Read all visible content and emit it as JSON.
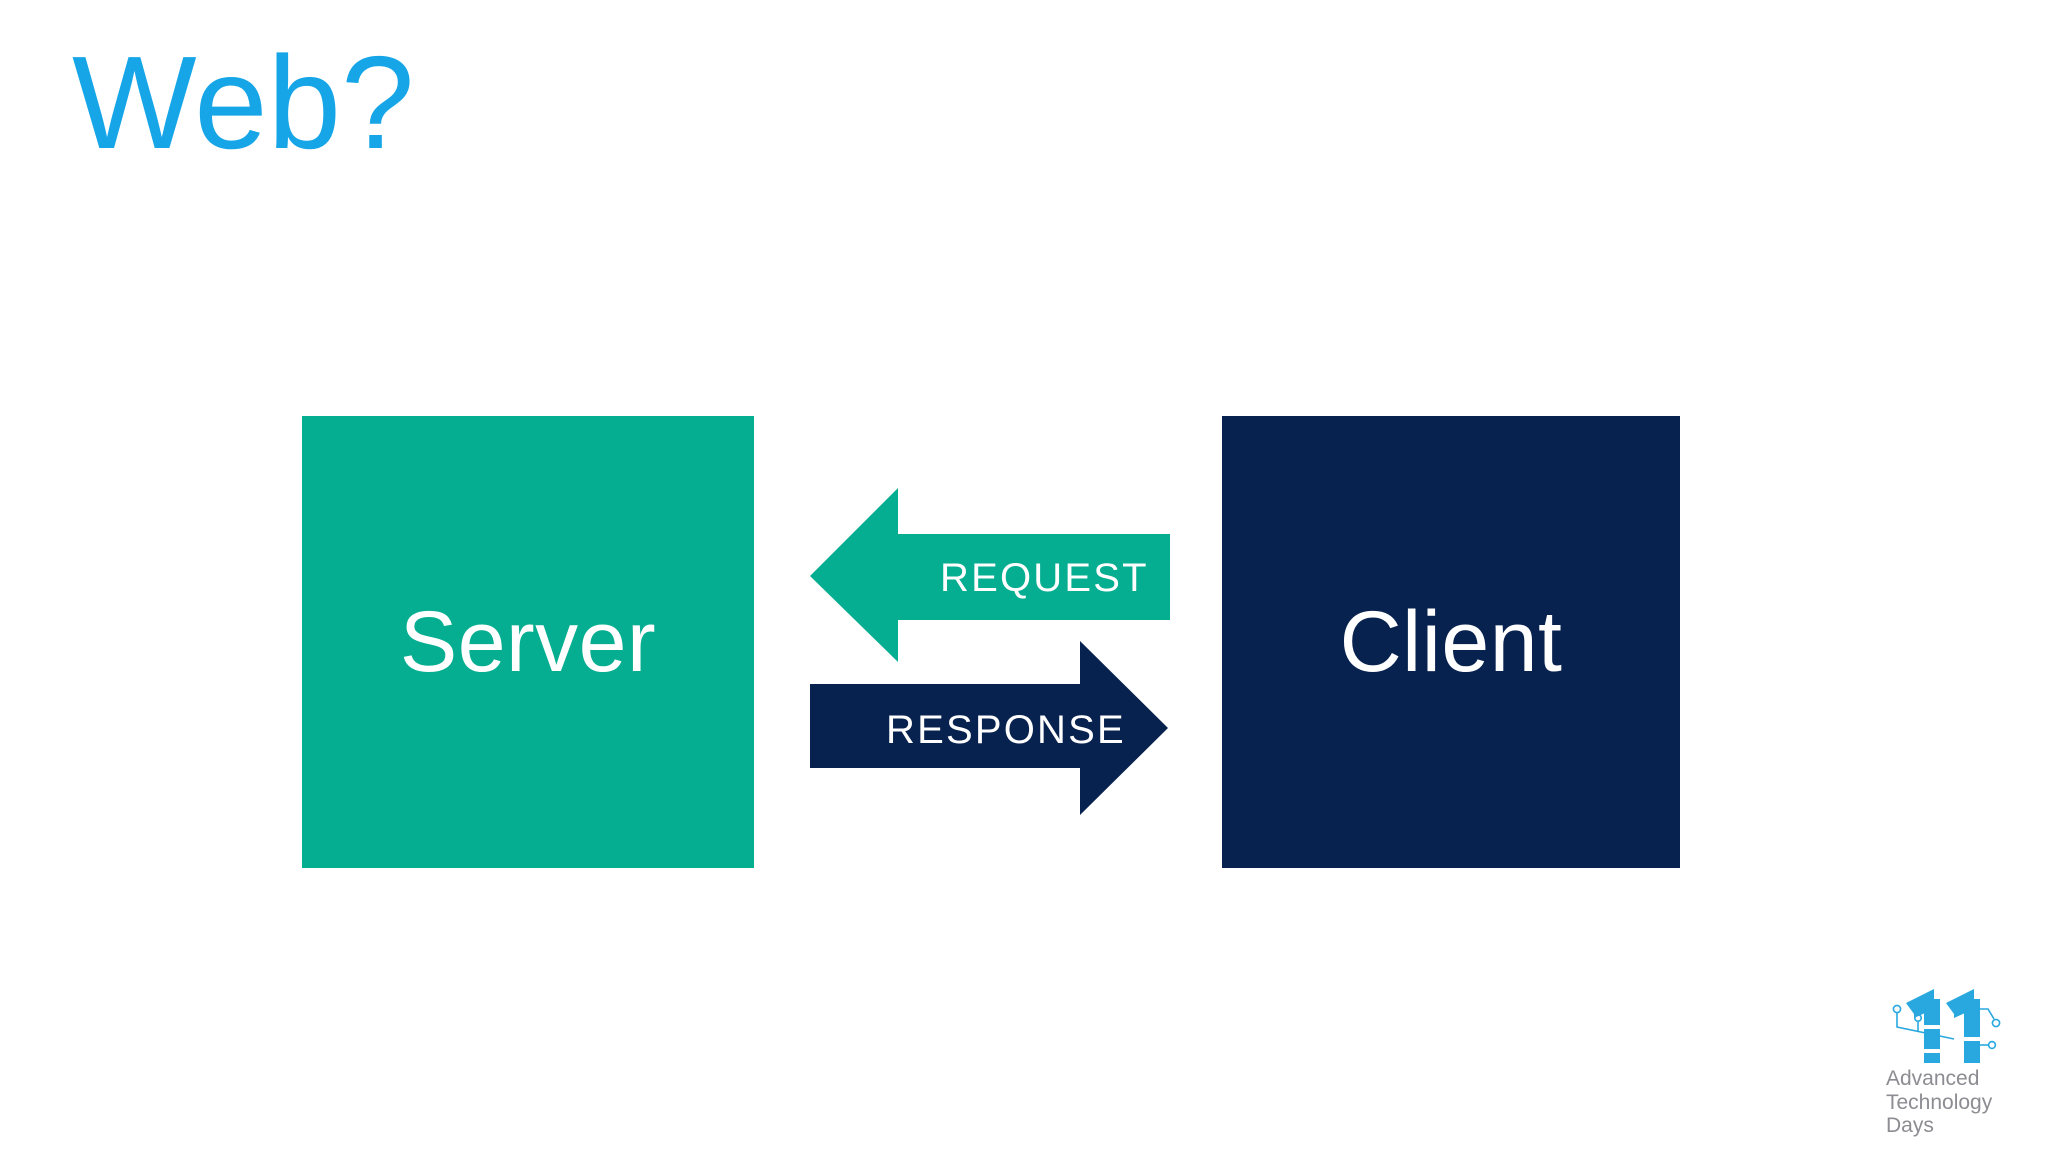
{
  "slide": {
    "title": "Web?",
    "background_color": "#FFFFFF",
    "title_color": "#16A6E8"
  },
  "diagram": {
    "nodes": [
      {
        "id": "server",
        "label": "Server",
        "color": "#05AE90",
        "text_color": "#FFFFFF"
      },
      {
        "id": "client",
        "label": "Client",
        "color": "#08224F",
        "text_color": "#FFFFFF"
      }
    ],
    "arrows": [
      {
        "id": "request",
        "label": "REQUEST",
        "direction": "left",
        "from": "Client",
        "to": "Server",
        "color": "#05AE90",
        "text_color": "#FFFFFF"
      },
      {
        "id": "response",
        "label": "RESPONSE",
        "direction": "right",
        "from": "Server",
        "to": "Client",
        "color": "#08224F",
        "text_color": "#FFFFFF"
      }
    ]
  },
  "logo": {
    "number": "11",
    "number_color": "#29A8DF",
    "line1": "Advanced",
    "line2": "Technology",
    "line3": "Days",
    "text_color": "#8C8C92"
  }
}
